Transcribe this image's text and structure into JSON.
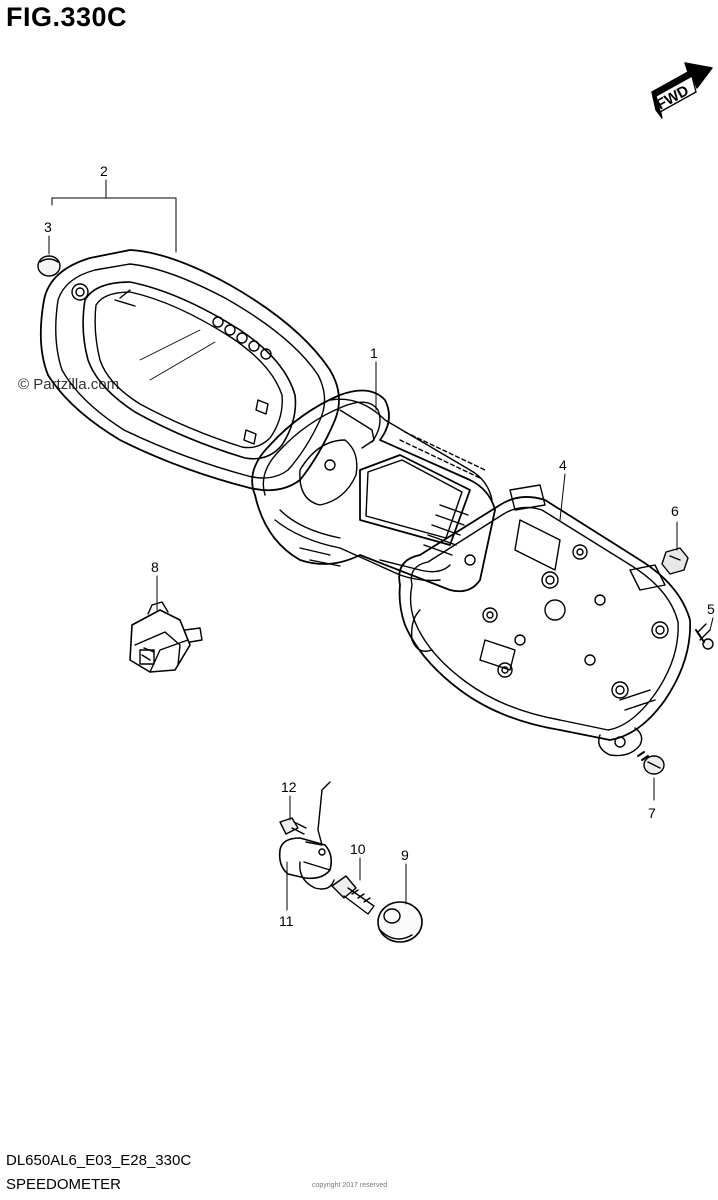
{
  "figure": {
    "title": "FIG.330C",
    "code": "DL650AL6_E03_E28_330C",
    "name": "SPEEDOMETER",
    "watermark": "© Partzilla.com",
    "footnote": "copyright 2017 reserved",
    "direction_label": "FWD"
  },
  "callouts": [
    {
      "id": "callout-1",
      "label": "1"
    },
    {
      "id": "callout-2",
      "label": "2"
    },
    {
      "id": "callout-3",
      "label": "3"
    },
    {
      "id": "callout-4",
      "label": "4"
    },
    {
      "id": "callout-5",
      "label": "5"
    },
    {
      "id": "callout-6",
      "label": "6"
    },
    {
      "id": "callout-7",
      "label": "7"
    },
    {
      "id": "callout-8",
      "label": "8"
    },
    {
      "id": "callout-9",
      "label": "9"
    },
    {
      "id": "callout-10",
      "label": "10"
    },
    {
      "id": "callout-11",
      "label": "11"
    },
    {
      "id": "callout-12",
      "label": "12"
    }
  ]
}
